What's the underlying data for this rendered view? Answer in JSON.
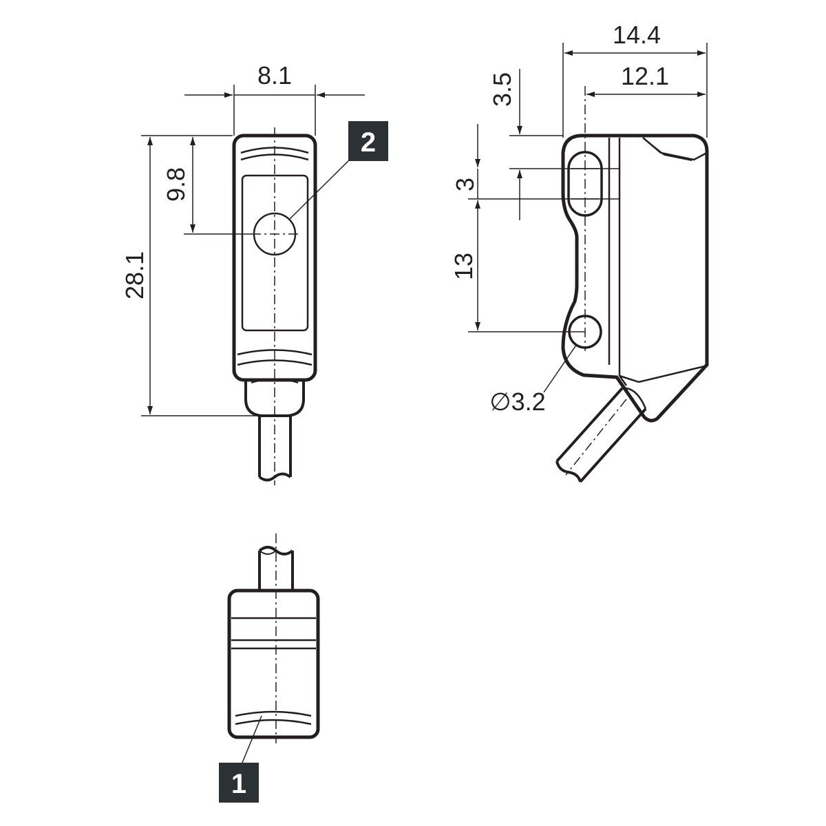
{
  "drawing": {
    "dimensions": {
      "front_width": "8.1",
      "front_height_total": "28.1",
      "front_lens_offset": "9.8",
      "side_depth_total": "14.4",
      "side_depth_holes": "12.1",
      "side_top_offset": "3.5",
      "side_slot_length": "3",
      "side_hole_spacing": "13",
      "hole_diameter": "∅3.2"
    },
    "callouts": {
      "top_label": "2",
      "bottom_label": "1"
    },
    "colors": {
      "line": "#231f20",
      "callout_fill": "#2b3134",
      "background": "#ffffff"
    }
  }
}
